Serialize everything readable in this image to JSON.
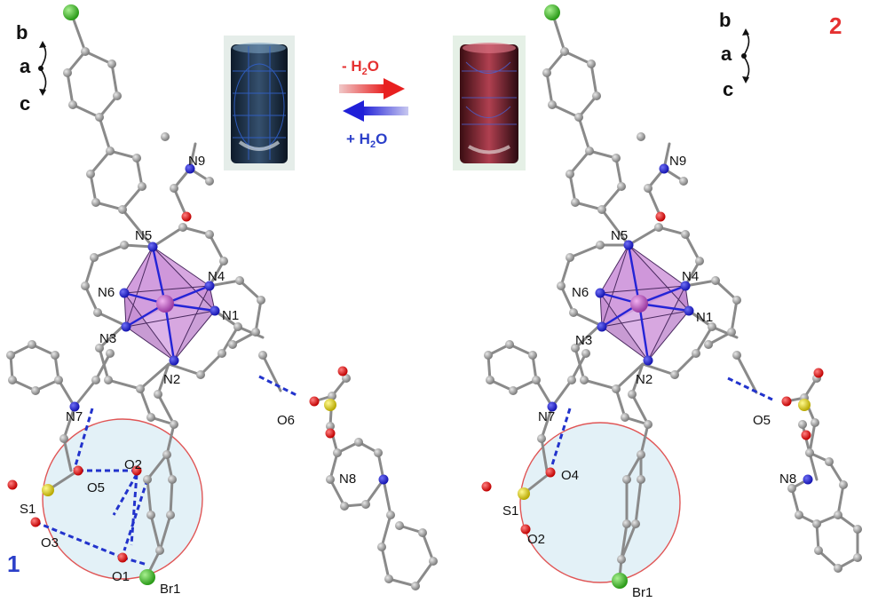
{
  "compounds": {
    "left": {
      "label": "1",
      "color": "#2b3fc9"
    },
    "right": {
      "label": "2",
      "color": "#e53131"
    }
  },
  "axes": {
    "b": "b",
    "a": "a",
    "c": "c"
  },
  "transition": {
    "dehydrate": {
      "label": "- H",
      "sub": "2",
      "tail": "O",
      "color": "#e53131"
    },
    "hydrate": {
      "label": "+ H",
      "sub": "2",
      "tail": "O",
      "color": "#2b3fc9"
    }
  },
  "atoms_left": {
    "N1": "N1",
    "N2": "N2",
    "N3": "N3",
    "N4": "N4",
    "N5": "N5",
    "N6": "N6",
    "N7": "N7",
    "N8": "N8",
    "N9": "N9",
    "O1": "O1",
    "O2": "O2",
    "O3": "O3",
    "O5": "O5",
    "O6": "O6",
    "S1": "S1",
    "Br1": "Br1"
  },
  "atoms_right": {
    "N1": "N1",
    "N2": "N2",
    "N3": "N3",
    "N4": "N4",
    "N5": "N5",
    "N6": "N6",
    "N7": "N7",
    "N8": "N8",
    "N9": "N9",
    "O2": "O2",
    "O4": "O4",
    "O5": "O5",
    "S1": "S1",
    "Br1": "Br1"
  },
  "colors": {
    "carbon": "#9a9a9a",
    "nitrogen": "#2424d6",
    "oxygen": "#e01818",
    "sulfur": "#d8d020",
    "bromine": "#46c530",
    "metal": "#c060c8",
    "octahedron": "#c98ad6",
    "hbond": "#2233cc",
    "circle_fill": "#e3f1f7",
    "circle_edge": "#e05656"
  }
}
